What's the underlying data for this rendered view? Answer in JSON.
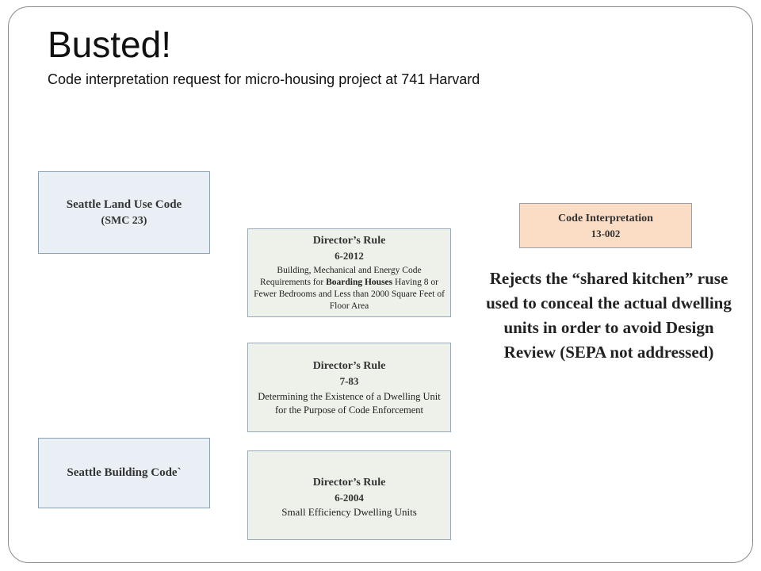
{
  "header": {
    "title": "Busted!",
    "subtitle": "Code interpretation request for micro-housing project at 741 Harvard"
  },
  "codes": {
    "land_use": {
      "title": "Seattle Land Use Code",
      "sub": "(SMC 23)"
    },
    "building": {
      "title": "Seattle Building Code`"
    }
  },
  "rules": [
    {
      "title": "Director’s Rule",
      "number": "6-2012",
      "desc_before": "Building, Mechanical and Energy Code Requirements for ",
      "desc_bold": "Boarding Houses",
      "desc_after": " Having 8 or Fewer Bedrooms and Less than 2000 Square Feet of Floor Area"
    },
    {
      "title": "Director’s Rule",
      "number": "7-83",
      "desc": "Determining the Existence of a Dwelling Unit for the Purpose of Code Enforcement"
    },
    {
      "title": "Director’s Rule",
      "number": "6-2004",
      "desc": "Small Efficiency Dwelling Units"
    }
  ],
  "interpretation": {
    "title": "Code Interpretation",
    "number": "13-002",
    "text": "Rejects the “shared kitchen” ruse used to conceal the actual dwelling units in order to avoid Design Review (SEPA not addressed)"
  }
}
